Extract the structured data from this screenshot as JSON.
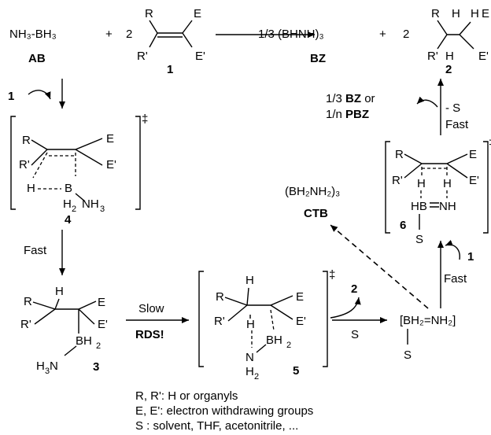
{
  "reactants": {
    "ab_formula": "NH₃-BH₃",
    "ab_label": "AB",
    "plus1": "+",
    "coef2": "2",
    "alkene_label": "1"
  },
  "products": {
    "bz_formula": "1/3 (BHNH)₃",
    "bz_label": "BZ",
    "plus2": "+",
    "coef2": "2",
    "alkane_label": "2"
  },
  "labels": {
    "R": "R",
    "Rp": "R'",
    "E": "E",
    "Ep": "E'",
    "H": "H",
    "S": "S",
    "B": "B",
    "BH2": "BH",
    "sub2": "2",
    "H2": "H",
    "NH3": "NH",
    "sub3": "3",
    "H3N": "H",
    "N": "N",
    "NH": "NH",
    "HB": "HB"
  },
  "steps": {
    "add1": "1",
    "fast": "Fast",
    "slow": "Slow",
    "rds": "RDS!",
    "s_step": "S",
    "product2": "2",
    "ts_mark": "‡",
    "minus_s": "- S"
  },
  "compounds": {
    "ts4_label": "4",
    "int3_label": "3",
    "ts5_label": "5",
    "ts6_label": "6",
    "ctb_formula": "(BH₂NH₂)₃",
    "ctb_label": "CTB",
    "aminoborane": "[BH₂=NH₂]"
  },
  "regen": {
    "line1": "1/3",
    "bz": "BZ",
    "or": "or",
    "line2": "1/n",
    "pbz": "PBZ"
  },
  "legend": [
    "R, R': H or organyls",
    "E, E': electron withdrawing groups",
    "S : solvent, THF, acetonitrile, ..."
  ]
}
